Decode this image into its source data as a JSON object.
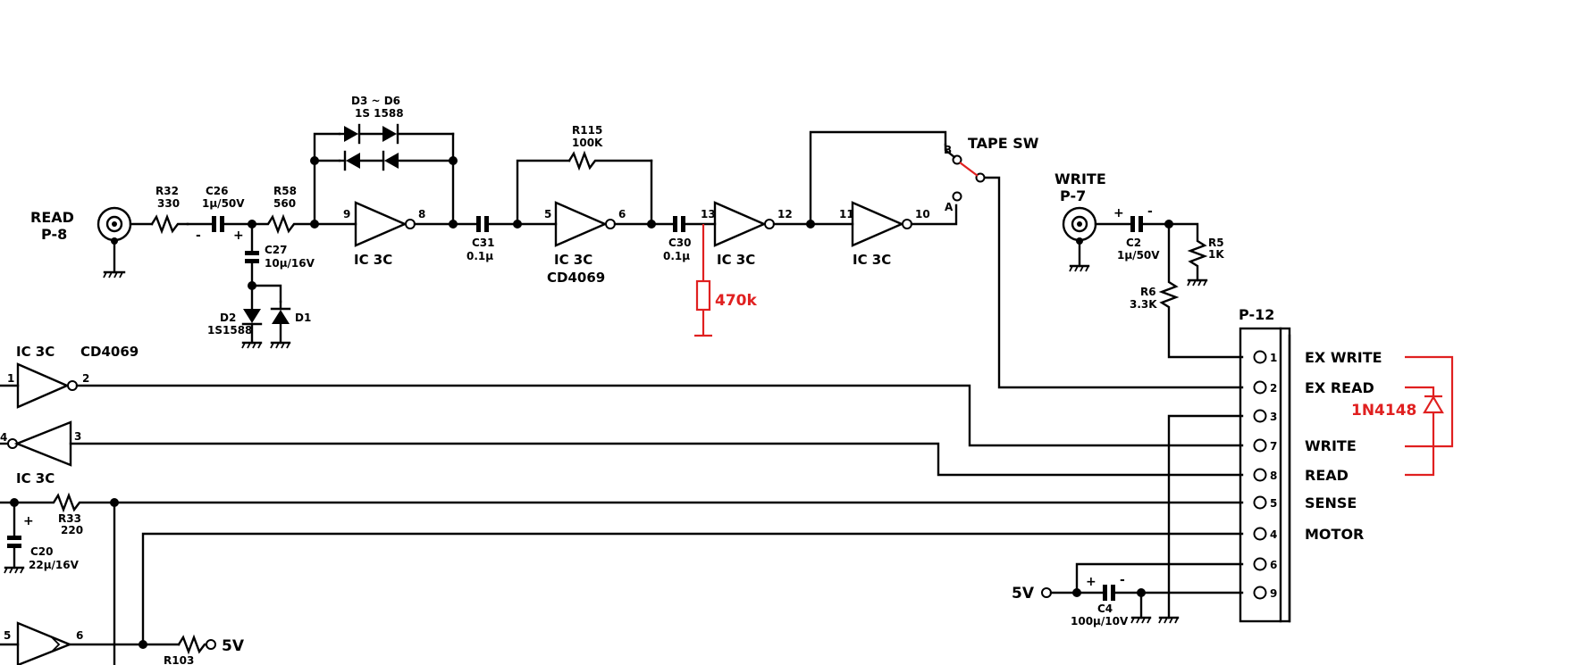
{
  "diagram": {
    "read_jack": {
      "name": "READ",
      "ref": "P-8"
    },
    "write_jack": {
      "name": "WRITE",
      "ref": "P-7"
    },
    "resistors": {
      "r32": {
        "ref": "R32",
        "value": "330"
      },
      "r58": {
        "ref": "R58",
        "value": "560"
      },
      "r115": {
        "ref": "R115",
        "value": "100K"
      },
      "r5": {
        "ref": "R5",
        "value": "1K"
      },
      "r6": {
        "ref": "R6",
        "value": "3.3K"
      },
      "r33": {
        "ref": "R33",
        "value": "220"
      },
      "r103": {
        "ref": "R103"
      },
      "added": {
        "value": "470k"
      }
    },
    "capacitors": {
      "c26": {
        "ref": "C26",
        "value": "1µ/50V"
      },
      "c27": {
        "ref": "C27",
        "value": "10µ/16V"
      },
      "c31": {
        "ref": "C31",
        "value": "0.1µ"
      },
      "c30": {
        "ref": "C30",
        "value": "0.1µ"
      },
      "c2": {
        "ref": "C2",
        "value": "1µ/50V"
      },
      "c4": {
        "ref": "C4",
        "value": "100µ/10V"
      },
      "c20": {
        "ref": "C20",
        "value": "22µ/16V"
      }
    },
    "diodes": {
      "bridge_range": "D3 ~ D6",
      "bridge_part": "1S 1588",
      "d2": {
        "ref": "D2",
        "part": "1S1588"
      },
      "d1": {
        "ref": "D1"
      },
      "added": {
        "part": "1N4148"
      }
    },
    "ic": {
      "unit": "IC 3C",
      "part": "CD4069",
      "pins": {
        "g1_in": "9",
        "g1_out": "8",
        "g2_in": "5",
        "g2_out": "6",
        "g3_in": "13",
        "g3_out": "12",
        "g4_in": "11",
        "g4_out": "10",
        "g5_in": "1",
        "g5_out": "2",
        "g6_in": "4",
        "g6_out": "3",
        "g7_in": "5",
        "g7_out": "6"
      }
    },
    "tape_switch": {
      "name": "TAPE SW",
      "pos_a": "A",
      "pos_b": "B"
    },
    "supply": {
      "label": "5V"
    },
    "polarity": {
      "plus": "+",
      "minus": "-"
    },
    "connector": {
      "ref": "P-12",
      "pins": [
        {
          "num": "1",
          "signal": "EX WRITE"
        },
        {
          "num": "2",
          "signal": "EX READ"
        },
        {
          "num": "3",
          "signal": ""
        },
        {
          "num": "7",
          "signal": "WRITE"
        },
        {
          "num": "8",
          "signal": "READ"
        },
        {
          "num": "5",
          "signal": "SENSE"
        },
        {
          "num": "4",
          "signal": "MOTOR"
        },
        {
          "num": "6",
          "signal": ""
        },
        {
          "num": "9",
          "signal": ""
        }
      ]
    }
  }
}
